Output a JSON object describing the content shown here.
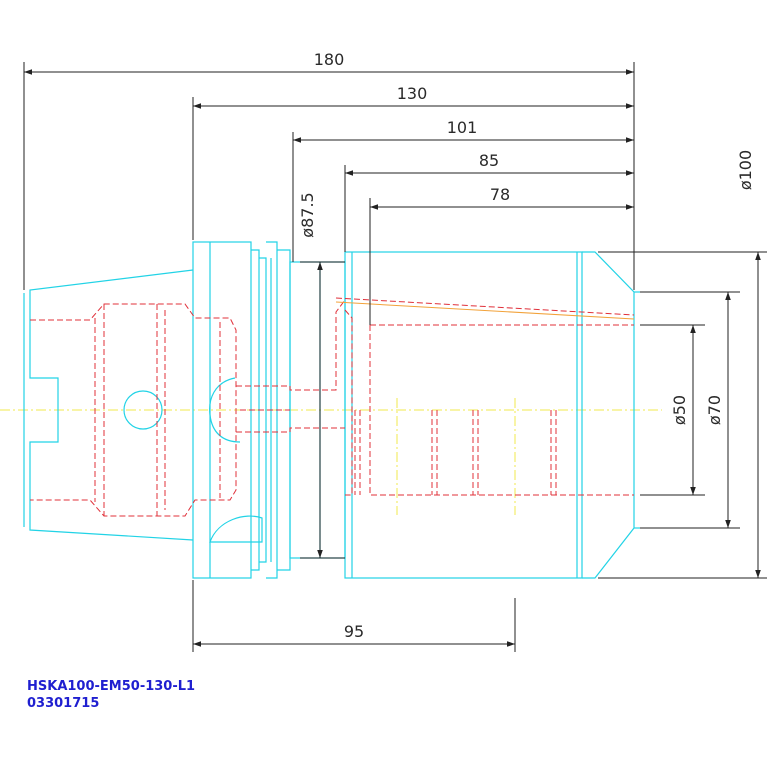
{
  "dimensions": {
    "total_length": "180",
    "gauge_length": "130",
    "length_101": "101",
    "length_85": "85",
    "length_78": "78",
    "length_95": "95",
    "dia_flange": "ø87.5",
    "dia_body": "ø100",
    "dia_70": "ø70",
    "dia_bore": "ø50"
  },
  "label": {
    "model": "HSKA100-EM50-130-L1",
    "code": "03301715"
  },
  "colors": {
    "outline": "#22d3e6",
    "hidden": "#e0303a",
    "centerline": "#f2e94e",
    "dimension": "#222222",
    "label": "#1f1fd0"
  }
}
